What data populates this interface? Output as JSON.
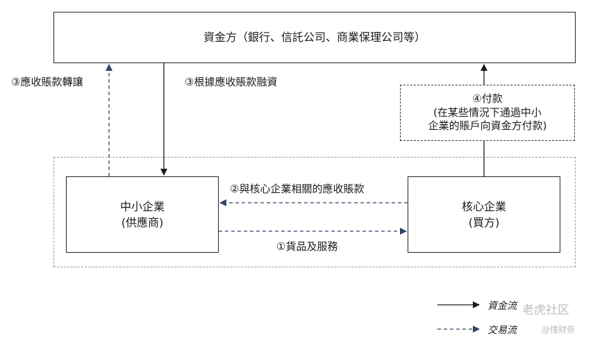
{
  "funder": {
    "label": "資金方（銀行、信託公司、商業保理公司等）"
  },
  "sme": {
    "line1": "中小企業",
    "line2": "(供應商)"
  },
  "core": {
    "line1": "核心企業",
    "line2": "(買方)"
  },
  "payment": {
    "line1": "④付款",
    "line2": "(在某些情況下通過中小",
    "line3": "企業的賬戶向資金方付款)"
  },
  "edges": {
    "transfer": "③應收賬款轉讓",
    "financing": "③根據應收賬款融資",
    "receivables": "②與核心企業相關的應收賬款",
    "goods": "①貨品及服務"
  },
  "legend": {
    "capital_flow": "資金流",
    "trade_flow": "交易流"
  },
  "watermarks": {
    "w1": "老虎社区",
    "w2": "@懂财帝"
  },
  "colors": {
    "solid": "#1a1a1a",
    "dashed_arrow": "#2f4466",
    "dashed_box": "#9a9a9a"
  }
}
